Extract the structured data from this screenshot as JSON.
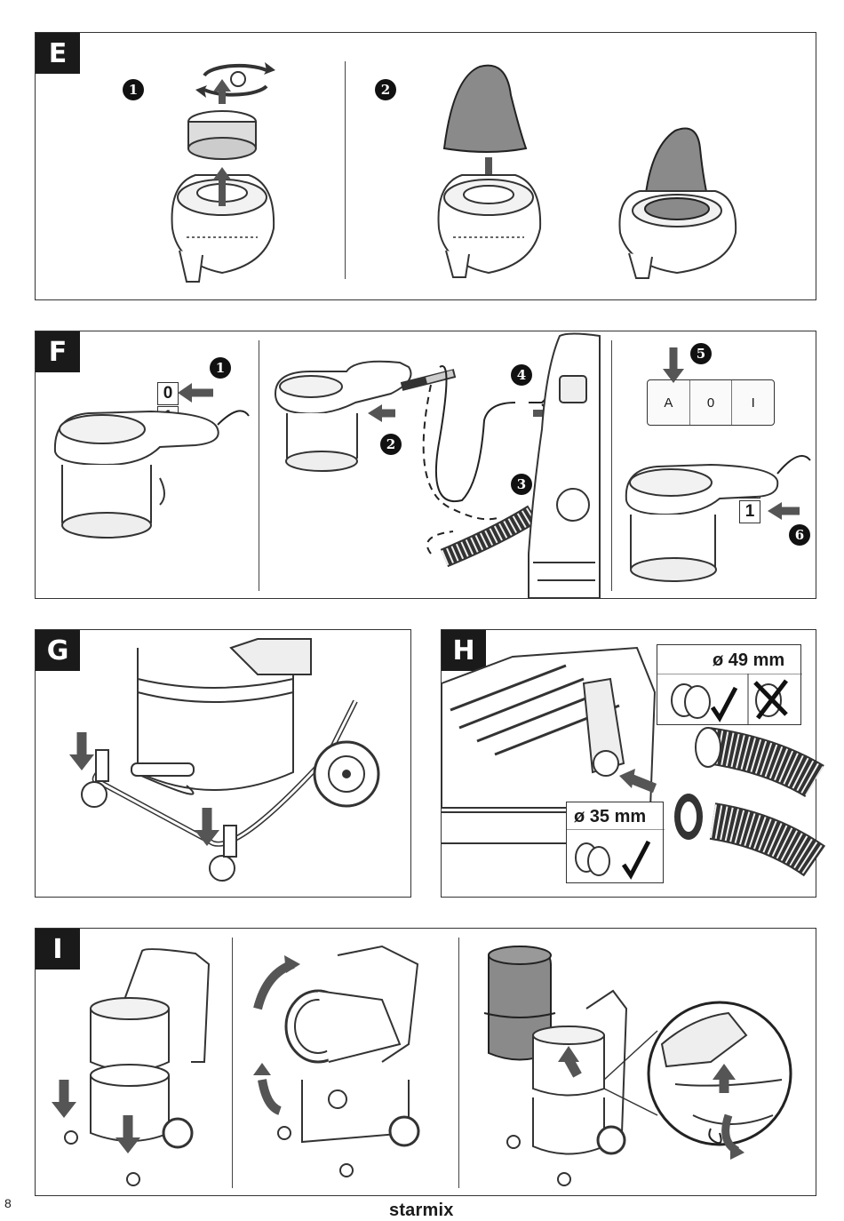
{
  "panels": {
    "E": {
      "label": "E",
      "steps": [
        "1",
        "2"
      ]
    },
    "F": {
      "label": "F",
      "steps": [
        "1",
        "2",
        "3",
        "4",
        "5",
        "6"
      ],
      "switch_top": "0",
      "switch_bottom": "1",
      "outlet_keys": [
        "A",
        "0",
        "I"
      ]
    },
    "G": {
      "label": "G"
    },
    "H": {
      "label": "H",
      "callout_large": "ø 49 mm",
      "callout_small": "ø 35 mm"
    },
    "I": {
      "label": "I"
    }
  },
  "footer": {
    "page_number": "8",
    "brand": "starmix"
  },
  "colors": {
    "ink": "#1a1a1a",
    "grey_fill": "#8a8a8a",
    "arrow": "#555555",
    "light": "#e6e6e6"
  }
}
